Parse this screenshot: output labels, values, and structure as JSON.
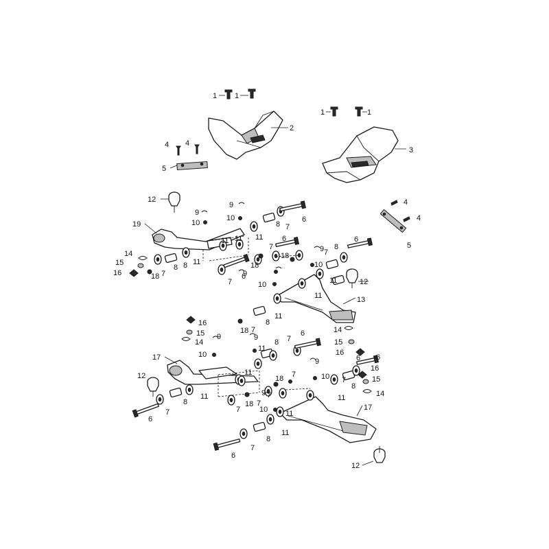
{
  "diagram": {
    "callouts": [
      {
        "id": "c1a",
        "text": "1"
      },
      {
        "id": "c1b",
        "text": "1"
      },
      {
        "id": "c1c",
        "text": "1"
      },
      {
        "id": "c1d",
        "text": "1"
      },
      {
        "id": "c2",
        "text": "2"
      },
      {
        "id": "c3",
        "text": "3"
      },
      {
        "id": "c4a",
        "text": "4"
      },
      {
        "id": "c4b",
        "text": "4"
      },
      {
        "id": "c4c",
        "text": "4"
      },
      {
        "id": "c4d",
        "text": "4"
      },
      {
        "id": "c5a",
        "text": "5"
      },
      {
        "id": "c5b",
        "text": "5"
      },
      {
        "id": "c12a",
        "text": "12"
      },
      {
        "id": "c9a",
        "text": "9"
      },
      {
        "id": "c10a",
        "text": "10"
      },
      {
        "id": "c19",
        "text": "19"
      },
      {
        "id": "c9b",
        "text": "9"
      },
      {
        "id": "c10b",
        "text": "10"
      },
      {
        "id": "c8a",
        "text": "8"
      },
      {
        "id": "c7a",
        "text": "7"
      },
      {
        "id": "c6a",
        "text": "6"
      },
      {
        "id": "c11a",
        "text": "11"
      },
      {
        "id": "c11b",
        "text": "11"
      },
      {
        "id": "c14a",
        "text": "14"
      },
      {
        "id": "c15a",
        "text": "15"
      },
      {
        "id": "c16a",
        "text": "16"
      },
      {
        "id": "c18a",
        "text": "18"
      },
      {
        "id": "c7b",
        "text": "7"
      },
      {
        "id": "c8b",
        "text": "8"
      },
      {
        "id": "c11c",
        "text": "11"
      },
      {
        "id": "c6b",
        "text": "6"
      },
      {
        "id": "c7c",
        "text": "7"
      },
      {
        "id": "c18b",
        "text": "18"
      },
      {
        "id": "c7d",
        "text": "7"
      },
      {
        "id": "c6c",
        "text": "6"
      },
      {
        "id": "c9c",
        "text": "9"
      },
      {
        "id": "c10c",
        "text": "10"
      },
      {
        "id": "c8c",
        "text": "8"
      },
      {
        "id": "c7e",
        "text": "7"
      },
      {
        "id": "c6d",
        "text": "6"
      },
      {
        "id": "c9d",
        "text": "9"
      },
      {
        "id": "c10d",
        "text": "10"
      },
      {
        "id": "c18c",
        "text": "18"
      },
      {
        "id": "c11d",
        "text": "11"
      },
      {
        "id": "c12b",
        "text": "12"
      },
      {
        "id": "c11e",
        "text": "11"
      },
      {
        "id": "c13",
        "text": "13"
      },
      {
        "id": "c8d",
        "text": "8"
      },
      {
        "id": "c11f",
        "text": "11"
      },
      {
        "id": "c16b",
        "text": "16"
      },
      {
        "id": "c15b",
        "text": "15"
      },
      {
        "id": "c14b",
        "text": "14"
      },
      {
        "id": "c9e",
        "text": "9"
      },
      {
        "id": "c18d",
        "text": "18"
      },
      {
        "id": "c7f",
        "text": "7"
      },
      {
        "id": "c9f",
        "text": "9"
      },
      {
        "id": "c14c",
        "text": "14"
      },
      {
        "id": "c15c",
        "text": "15"
      },
      {
        "id": "c16c",
        "text": "16"
      },
      {
        "id": "c8e",
        "text": "8"
      },
      {
        "id": "c7g",
        "text": "7"
      },
      {
        "id": "c6e",
        "text": "6"
      },
      {
        "id": "c11g",
        "text": "11"
      },
      {
        "id": "c10e",
        "text": "10"
      },
      {
        "id": "c9g",
        "text": "9"
      },
      {
        "id": "c17a",
        "text": "17"
      },
      {
        "id": "c12c",
        "text": "12"
      },
      {
        "id": "c6f",
        "text": "6"
      },
      {
        "id": "c6g",
        "text": "6"
      },
      {
        "id": "c16d",
        "text": "16"
      },
      {
        "id": "c15d",
        "text": "15"
      },
      {
        "id": "c14d",
        "text": "14"
      },
      {
        "id": "c11h",
        "text": "11"
      },
      {
        "id": "c8f",
        "text": "8"
      },
      {
        "id": "c7h",
        "text": "7"
      },
      {
        "id": "c18e",
        "text": "18"
      },
      {
        "id": "c7i",
        "text": "7"
      },
      {
        "id": "c10f",
        "text": "10"
      },
      {
        "id": "c11i",
        "text": "11"
      },
      {
        "id": "c7j",
        "text": "7"
      },
      {
        "id": "c8g",
        "text": "8"
      },
      {
        "id": "c6h",
        "text": "6"
      },
      {
        "id": "c7k",
        "text": "7"
      },
      {
        "id": "c18f",
        "text": "18"
      },
      {
        "id": "c9h",
        "text": "9"
      },
      {
        "id": "c7l",
        "text": "7"
      },
      {
        "id": "c7m",
        "text": "7"
      },
      {
        "id": "c11j",
        "text": "11"
      },
      {
        "id": "c17b",
        "text": "17"
      },
      {
        "id": "c10g",
        "text": "10"
      },
      {
        "id": "c11k",
        "text": "11"
      },
      {
        "id": "c8h",
        "text": "8"
      },
      {
        "id": "c7n",
        "text": "7"
      },
      {
        "id": "c6i",
        "text": "6"
      },
      {
        "id": "c12d",
        "text": "12"
      },
      {
        "id": "c8i",
        "text": "8"
      },
      {
        "id": "c11l",
        "text": "11"
      },
      {
        "id": "c11m",
        "text": "11"
      }
    ]
  }
}
